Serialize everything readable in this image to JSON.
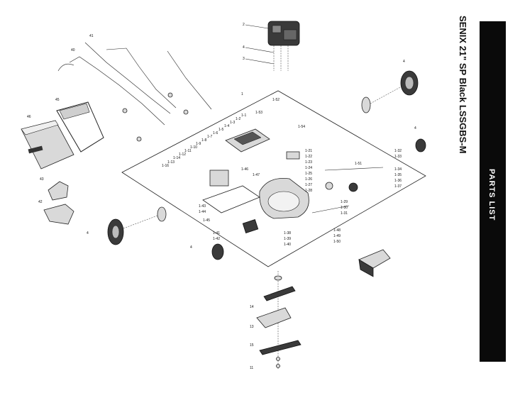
{
  "title": "SENIX 21\" SP Black LSSGBS-M",
  "band_label": "PARTS LIST",
  "part_labels": {
    "engine": "2",
    "engine_bolts": "4",
    "engine_washer": "3",
    "rear_wheel_r": "4",
    "rear_wheel_l": "4",
    "front_wheel_l": "4",
    "front_wheel_r": "4",
    "deck": "1",
    "grass_bag": "46",
    "bag_frame": "45",
    "chute": "43",
    "chute_flap": "42",
    "handle_upper": "41",
    "handle_cable": "40",
    "blade_bolt": "11",
    "blade": "15",
    "blade_adapter": "13",
    "baffle": "14"
  },
  "callouts": [
    "1-16",
    "1-13",
    "1-14",
    "1-12",
    "1-11",
    "1-10",
    "1-9",
    "1-8",
    "1-7",
    "1-6",
    "1-5",
    "1-4",
    "1-3",
    "1-2",
    "1-1",
    "1-21",
    "1-22",
    "1-23",
    "1-24",
    "1-25",
    "1-26",
    "1-27",
    "1-28",
    "1-29",
    "1-30",
    "1-31",
    "1-32",
    "1-33",
    "1-34",
    "1-35",
    "1-36",
    "1-37",
    "1-38",
    "1-39",
    "1-40",
    "1-41",
    "1-42",
    "1-43",
    "1-44",
    "1-45",
    "1-46",
    "1-47",
    "1-48",
    "1-49",
    "1-50",
    "1-51",
    "1-52",
    "1-53",
    "1-54"
  ]
}
